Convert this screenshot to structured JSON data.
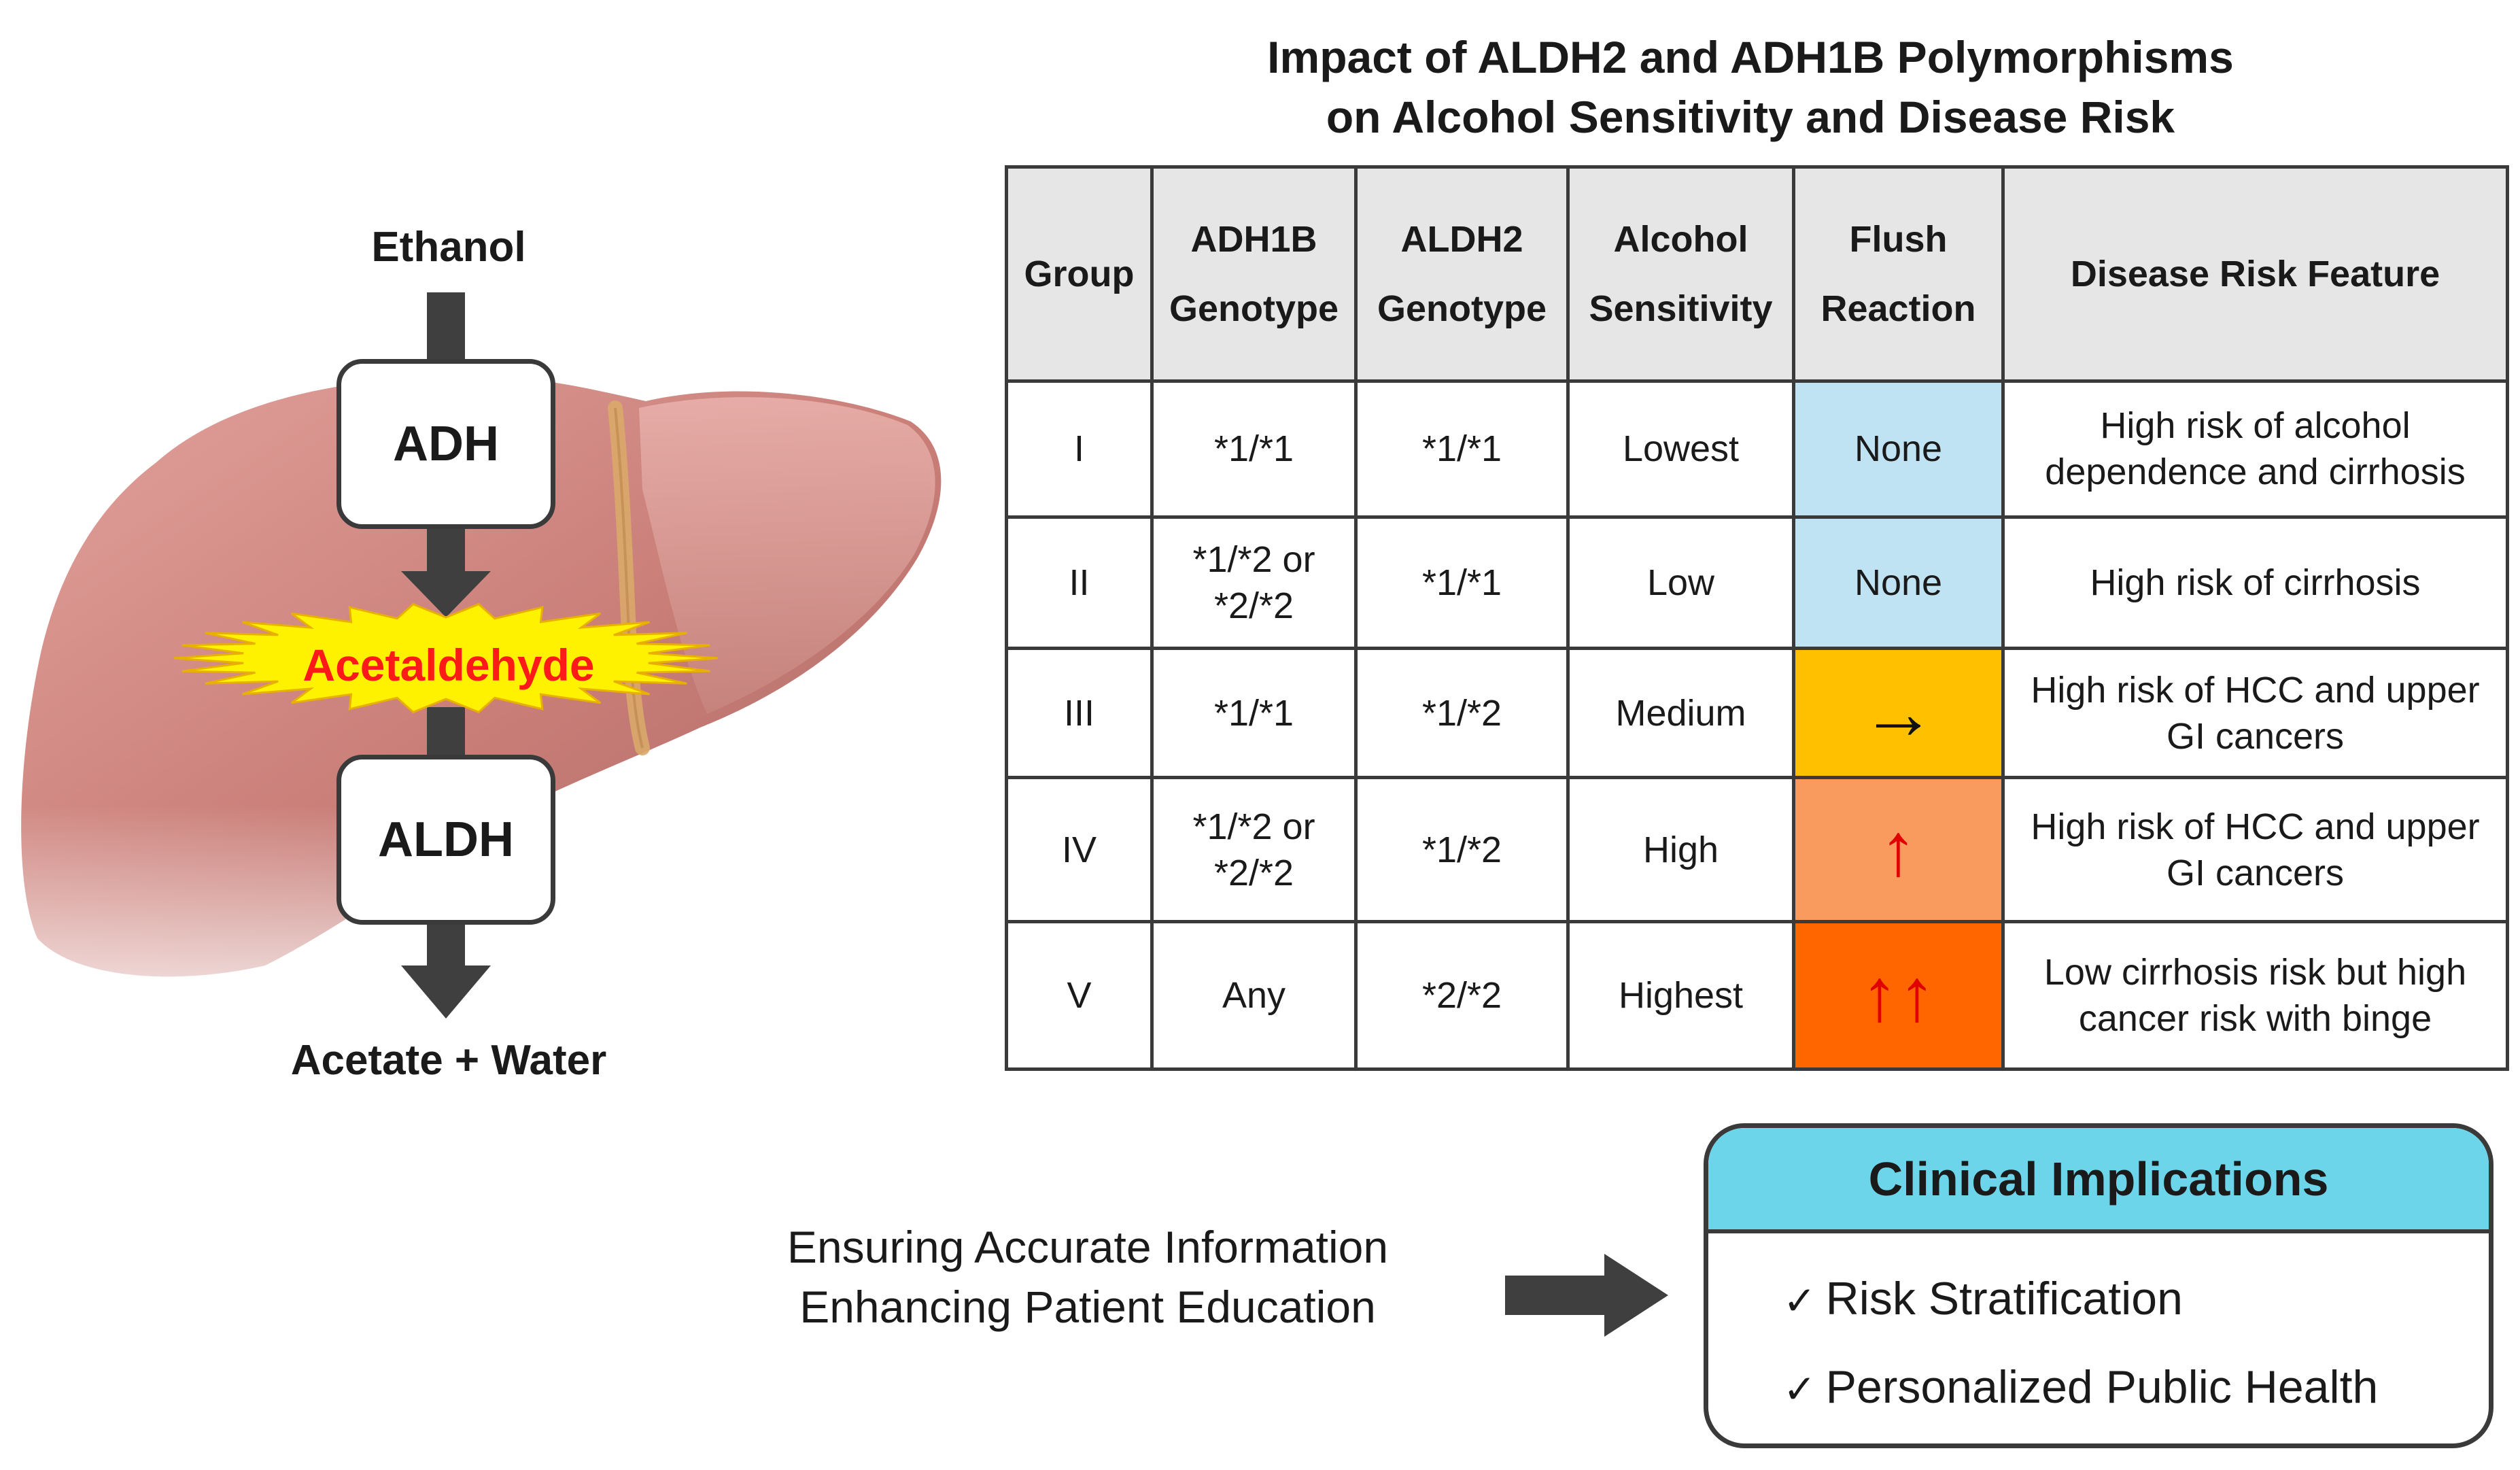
{
  "title": {
    "line1": "Impact of ALDH2 and ADH1B Polymorphisms",
    "line2": "on Alcohol Sensitivity and Disease Risk"
  },
  "pathway": {
    "substrate": "Ethanol",
    "enzyme1": "ADH",
    "intermediate": "Acetaldehyde",
    "enzyme2": "ALDH",
    "product": "Acetate + Water",
    "intermediate_color": "#ff1a1a",
    "burst_color": "#fff200",
    "liver_color": "#c96f6a"
  },
  "table": {
    "headers": [
      [
        "Group"
      ],
      [
        "ADH1B",
        "Genotype"
      ],
      [
        "ALDH2",
        "Genotype"
      ],
      [
        "Alcohol",
        "Sensitivity"
      ],
      [
        "Flush",
        "Reaction"
      ],
      [
        "Disease Risk Feature"
      ]
    ],
    "rows": [
      {
        "group": "I",
        "adh1b": [
          "*1/*1"
        ],
        "aldh2": "*1/*1",
        "sensitivity": "Lowest",
        "flush": "None",
        "flush_color": "#bfe3f3",
        "risk": [
          "High risk of alcohol",
          "dependence  and cirrhosis"
        ]
      },
      {
        "group": "II",
        "adh1b": [
          "*1/*2 or",
          "*2/*2"
        ],
        "aldh2": "*1/*1",
        "sensitivity": "Low",
        "flush": "None",
        "flush_color": "#bfe3f3",
        "risk": [
          "High risk of cirrhosis"
        ]
      },
      {
        "group": "III",
        "adh1b": [
          "*1/*1"
        ],
        "aldh2": "*1/*2",
        "sensitivity": "Medium",
        "flush": "→",
        "flush_color": "#ffc000",
        "risk": [
          "High risk of HCC and upper",
          "GI cancers"
        ]
      },
      {
        "group": "IV",
        "adh1b": [
          "*1/*2 or",
          "*2/*2"
        ],
        "aldh2": "*1/*2",
        "sensitivity": "High",
        "flush": "↑",
        "flush_color": "#f99a5e",
        "risk": [
          "High risk of HCC and upper",
          "GI cancers"
        ]
      },
      {
        "group": "V",
        "adh1b": [
          "Any"
        ],
        "aldh2": "*2/*2",
        "sensitivity": "Highest",
        "flush": "↑↑",
        "flush_color": "#ff6600",
        "risk": [
          "Low cirrhosis risk but high",
          "cancer risk with binge"
        ]
      }
    ]
  },
  "education": {
    "line1": "Ensuring Accurate Information",
    "line2": "Enhancing Patient Education"
  },
  "clinical": {
    "header": "Clinical Implications",
    "header_color": "#6dd5ea",
    "items": [
      {
        "check": "✓",
        "label": "Risk Stratification"
      },
      {
        "check": "✓",
        "label": "Personalized  Public Health"
      }
    ]
  }
}
